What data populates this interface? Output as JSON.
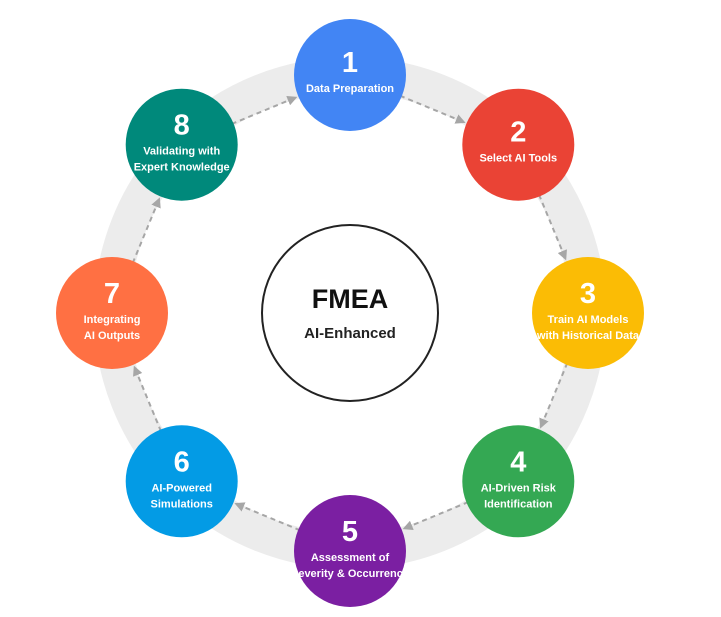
{
  "center": {
    "title": "FMEA",
    "subtitle": "AI-Enhanced"
  },
  "steps": [
    {
      "number": "1",
      "lines": [
        "Data Preparation"
      ],
      "color": "#4285F4"
    },
    {
      "number": "2",
      "lines": [
        "Select AI Tools"
      ],
      "color": "#EA4335"
    },
    {
      "number": "3",
      "lines": [
        "Train AI Models",
        "with Historical Data"
      ],
      "color": "#FBBC05"
    },
    {
      "number": "4",
      "lines": [
        "AI-Driven Risk",
        "Identification"
      ],
      "color": "#34A853"
    },
    {
      "number": "5",
      "lines": [
        "Assessment of",
        "Severity & Occurrence"
      ],
      "color": "#7B1FA2"
    },
    {
      "number": "6",
      "lines": [
        "AI-Powered",
        "Simulations"
      ],
      "color": "#039BE5"
    },
    {
      "number": "7",
      "lines": [
        "Integrating",
        "AI Outputs"
      ],
      "color": "#FF7043"
    },
    {
      "number": "8",
      "lines": [
        "Validating with",
        "Expert Knowledge"
      ],
      "color": "#00897B"
    }
  ],
  "colors": {
    "ring": "#ECECEC",
    "connector": "#A6A6A6"
  }
}
